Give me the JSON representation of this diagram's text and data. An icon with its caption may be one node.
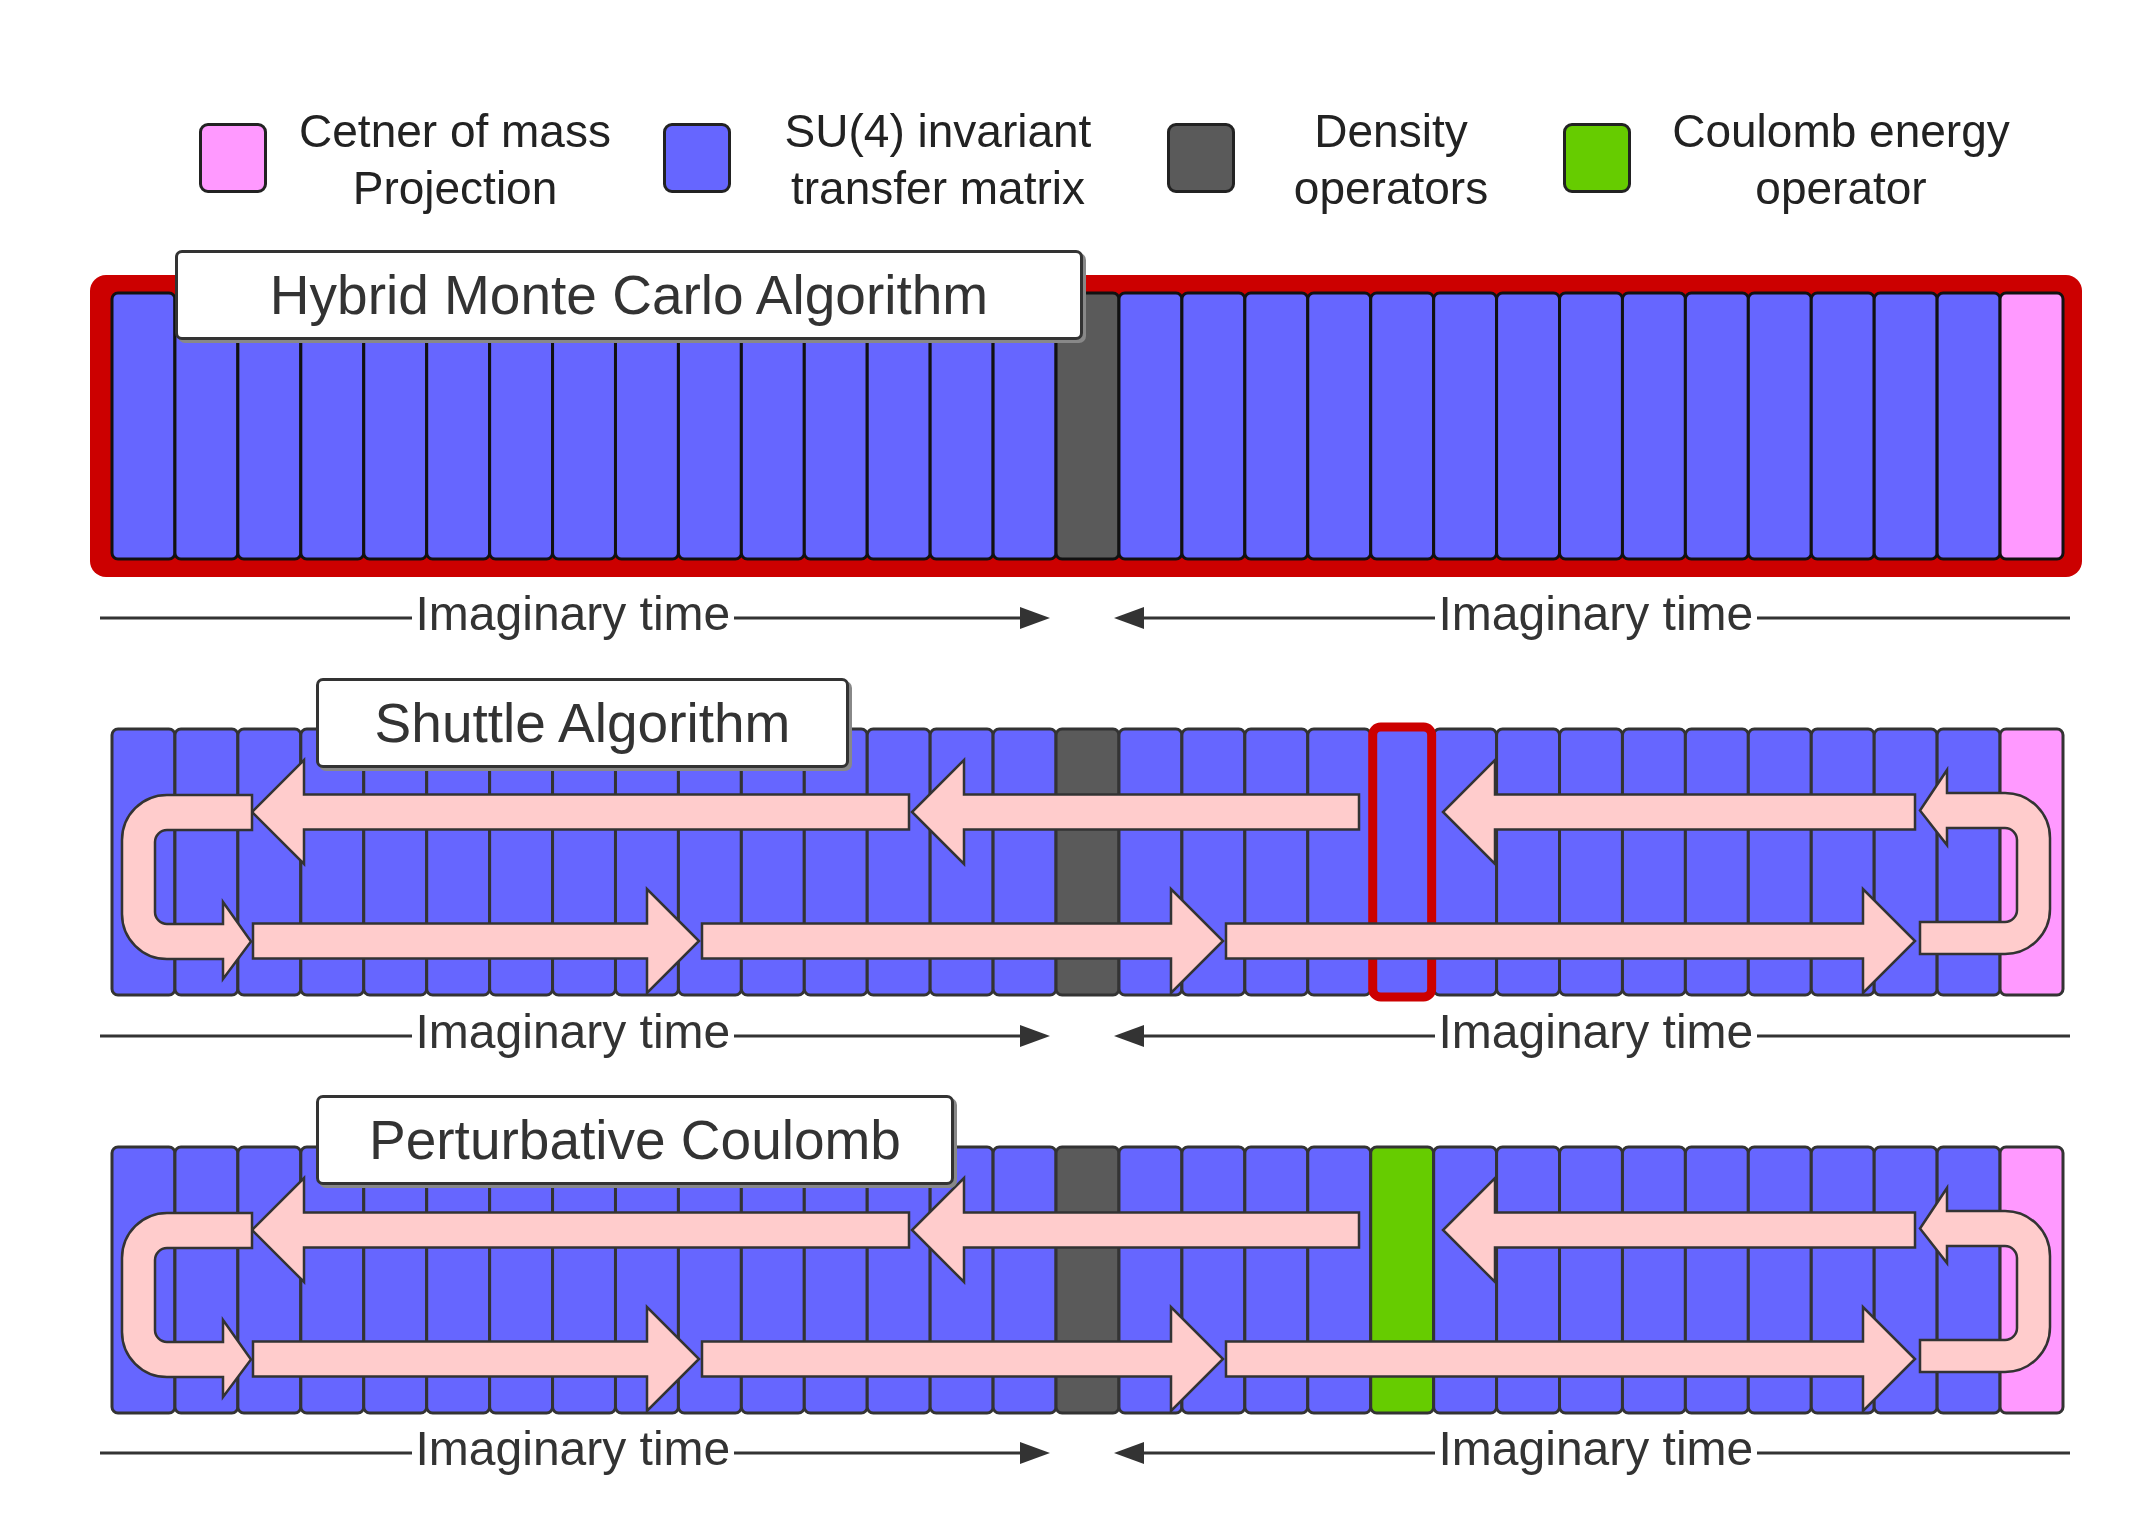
{
  "diagram": {
    "nodes": [
      {
        "text": [
          "Hybrid Monte Carlo Algorithm"
        ]
      },
      {
        "text": [
          "Shuttle Algorithm"
        ]
      },
      {
        "text": [
          "Perturbative Coulomb"
        ]
      }
    ],
    "labels": [
      "Imaginary time",
      "Imaginary time",
      "Imaginary time",
      "Imaginary time",
      "Imaginary time",
      "Imaginary time"
    ],
    "legend": [
      {
        "text": "Cetner of mass Projection",
        "color": "#ff99ff"
      },
      {
        "text": "SU(4) invariant transfer matrix",
        "color": "#6666ff"
      },
      {
        "text": "Density operators",
        "color": "#5a5a5a"
      },
      {
        "text": "Coulomb energy operator",
        "color": "#66cc00"
      }
    ]
  }
}
